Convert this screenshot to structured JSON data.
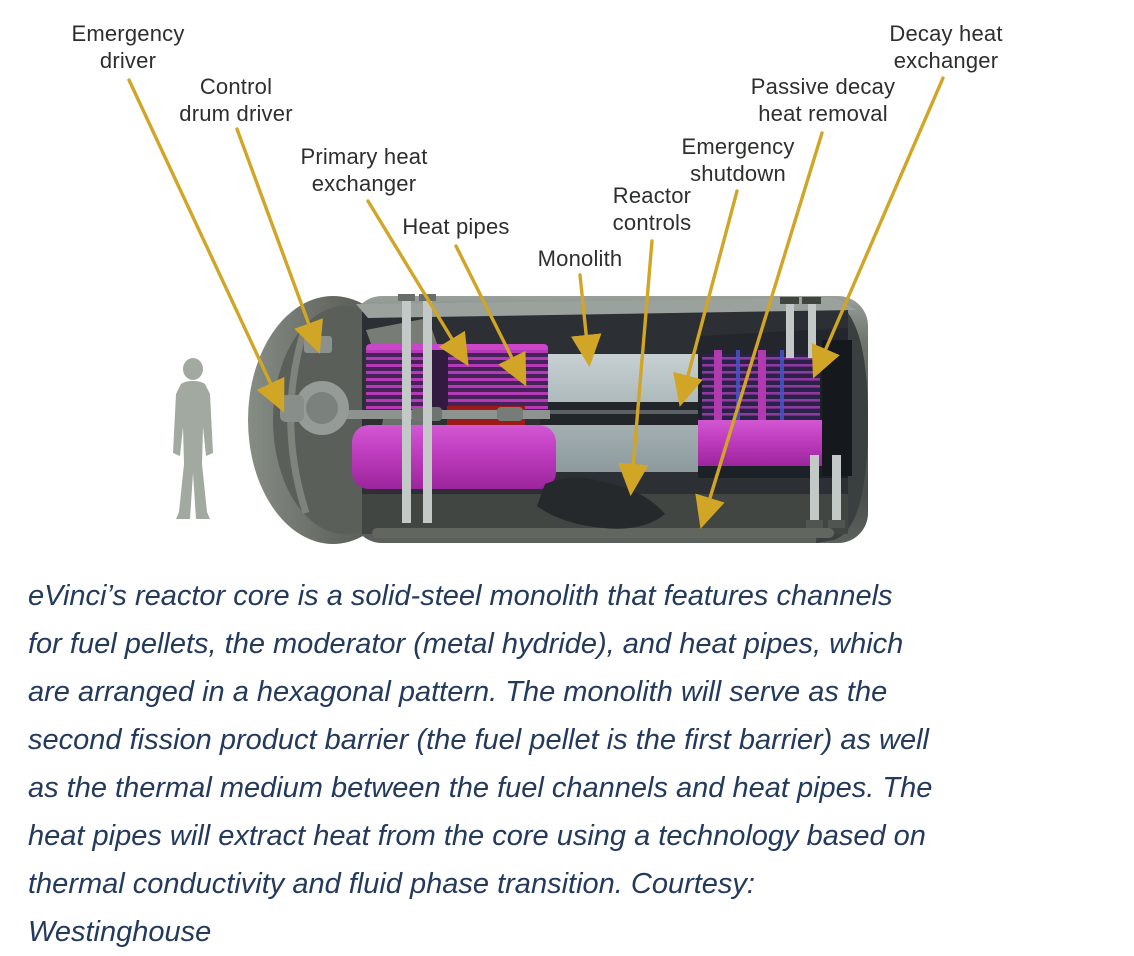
{
  "figure": {
    "labels": [
      {
        "id": "emergency-driver",
        "text": "Emergency\ndriver"
      },
      {
        "id": "control-drum-driver",
        "text": "Control\ndrum driver"
      },
      {
        "id": "primary-heat-exchanger",
        "text": "Primary heat\nexchanger"
      },
      {
        "id": "heat-pipes",
        "text": "Heat pipes"
      },
      {
        "id": "monolith",
        "text": "Monolith"
      },
      {
        "id": "reactor-controls",
        "text": "Reactor\ncontrols"
      },
      {
        "id": "emergency-shutdown",
        "text": "Emergency\nshutdown"
      },
      {
        "id": "passive-decay-heat-removal",
        "text": "Passive decay\nheat removal"
      },
      {
        "id": "decay-heat-exchanger",
        "text": "Decay heat\nexchanger"
      }
    ],
    "icons": {
      "person_scale": "person-silhouette-icon"
    },
    "colors": {
      "leader_arrow": "#d1a526",
      "label_text": "#2c2f2c",
      "caption_text": "#233a5c",
      "core_magenta": "#c13ec1",
      "monolith_gray": "#aab5b7",
      "casing_gray": "#555b56",
      "silhouette_gray": "#a2a9a1"
    }
  },
  "caption": {
    "text": "eVinci’s reactor core is a solid-steel monolith that features channels\nfor fuel pellets, the moderator (metal hydride), and heat pipes, which\nare arranged in a hexagonal pattern. The monolith will serve as the\nsecond fission product barrier (the fuel pellet is the first barrier) as well\nas the thermal medium between the fuel channels and heat pipes. The\nheat pipes will extract heat from the core using a technology based on\nthermal conductivity and fluid phase transition. Courtesy:\nWestinghouse"
  }
}
